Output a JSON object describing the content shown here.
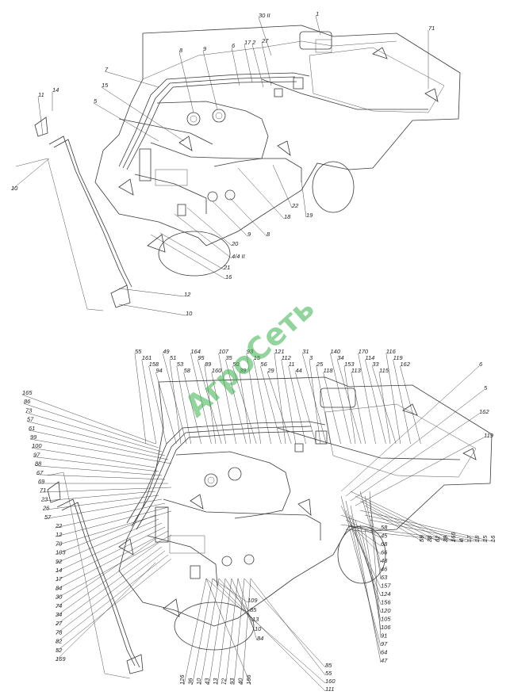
{
  "watermark": "АгроСеть",
  "top_view": {
    "callouts": [
      {
        "id": "t1",
        "text": "1"
      },
      {
        "id": "t30",
        "text": "30 II"
      },
      {
        "id": "t71",
        "text": "71"
      },
      {
        "id": "t8",
        "text": "8"
      },
      {
        "id": "t9",
        "text": "9"
      },
      {
        "id": "t6",
        "text": "6"
      },
      {
        "id": "t17",
        "text": "17"
      },
      {
        "id": "t2",
        "text": "2"
      },
      {
        "id": "t27",
        "text": "27"
      },
      {
        "id": "t7",
        "text": "7"
      },
      {
        "id": "t15",
        "text": "15"
      },
      {
        "id": "t5",
        "text": "5"
      },
      {
        "id": "t11",
        "text": "11"
      },
      {
        "id": "t14",
        "text": "14"
      },
      {
        "id": "t10a",
        "text": "10"
      },
      {
        "id": "t18",
        "text": "18"
      },
      {
        "id": "t22",
        "text": "22"
      },
      {
        "id": "t19",
        "text": "19"
      },
      {
        "id": "t8b",
        "text": "8"
      },
      {
        "id": "t9b",
        "text": "9"
      },
      {
        "id": "t20",
        "text": "20"
      },
      {
        "id": "t4",
        "text": "4/4 II"
      },
      {
        "id": "t21",
        "text": "21"
      },
      {
        "id": "t16",
        "text": "16"
      },
      {
        "id": "t12",
        "text": "12"
      },
      {
        "id": "t10b",
        "text": "10"
      }
    ]
  },
  "bottom_view": {
    "left_column": [
      "165",
      "86",
      "73",
      "57",
      "61",
      "99",
      "100",
      "97",
      "88",
      "67",
      "69",
      "71",
      "23",
      "26",
      "57",
      "22",
      "12",
      "70",
      "103",
      "92",
      "14",
      "17",
      "84",
      "30",
      "74",
      "34",
      "27",
      "78",
      "82",
      "52",
      "169"
    ],
    "top_row": [
      "55",
      "161",
      "158",
      "94",
      "49",
      "51",
      "53",
      "58",
      "164",
      "95",
      "89",
      "160",
      "107",
      "35",
      "50",
      "39",
      "93",
      "15",
      "56",
      "29",
      "121",
      "112",
      "11",
      "44",
      "31",
      "3",
      "25",
      "118",
      "140",
      "34",
      "153",
      "113",
      "170",
      "114",
      "33",
      "115",
      "116",
      "119",
      "162"
    ],
    "right_column": [
      "6",
      "5",
      "162",
      "119",
      "16",
      "15",
      "18",
      "17",
      "4",
      "166",
      "39",
      "62",
      "38",
      "59",
      "58",
      "45",
      "68",
      "66",
      "48",
      "46",
      "63",
      "157",
      "124",
      "156",
      "120",
      "105",
      "106",
      "91",
      "97",
      "64",
      "47"
    ],
    "bottom_row": [
      "126",
      "36",
      "10",
      "43",
      "13",
      "72",
      "93",
      "40",
      "166",
      "109",
      "85",
      "13",
      "10",
      "84",
      "85",
      "55",
      "160",
      "111"
    ]
  }
}
